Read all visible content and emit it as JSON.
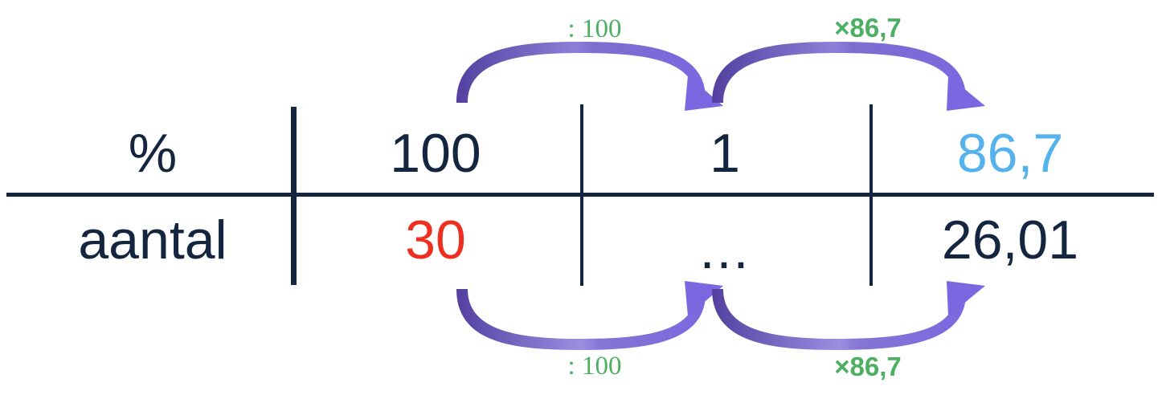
{
  "diagram": {
    "type": "ratio-table",
    "language": "nl",
    "title_text": "",
    "colors": {
      "rule": "#14253f",
      "text_dark": "#14253f",
      "highlight_red": "#ee2f20",
      "highlight_blue": "#54b3ed",
      "operation_green": "#4caf62",
      "arrow_purple_dark": "#5340a0",
      "arrow_purple_light": "#7b68e0",
      "background": "#ffffff"
    }
  },
  "table": {
    "rows": [
      {
        "label": "%",
        "cells": [
          {
            "value": "100",
            "color": "dark"
          },
          {
            "value": "1",
            "color": "dark"
          },
          {
            "value": "86,7",
            "color": "blue"
          }
        ]
      },
      {
        "label": "aantal",
        "cells": [
          {
            "value": "30",
            "color": "red"
          },
          {
            "value": "...",
            "color": "dark"
          },
          {
            "value": "26,01",
            "color": "dark"
          }
        ]
      }
    ]
  },
  "operations": {
    "top_left": ": 100",
    "top_right": "×86,7",
    "bottom_left": ": 100",
    "bottom_right": "×86,7"
  },
  "arrows": [
    {
      "name": "top-left-arrow",
      "from": "100",
      "to": "1",
      "operation": ": 100",
      "direction": "right",
      "curve": "over"
    },
    {
      "name": "top-right-arrow",
      "from": "1",
      "to": "86,7",
      "operation": "×86,7",
      "direction": "right",
      "curve": "over"
    },
    {
      "name": "bottom-left-arrow",
      "from": "30",
      "to": "...",
      "operation": ": 100",
      "direction": "right",
      "curve": "under"
    },
    {
      "name": "bottom-right-arrow",
      "from": "...",
      "to": "26,01",
      "operation": "×86,7",
      "direction": "right",
      "curve": "under"
    }
  ]
}
